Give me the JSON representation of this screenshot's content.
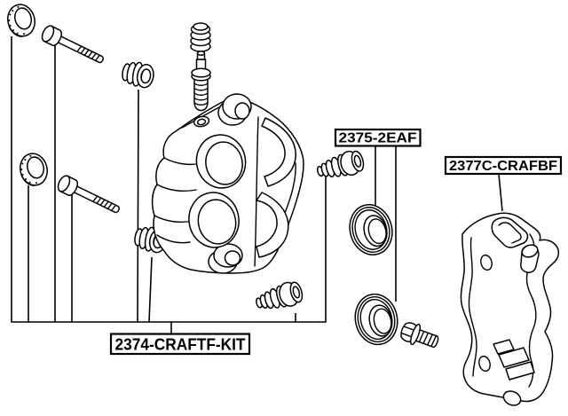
{
  "diagram": {
    "background_color": "#ffffff",
    "line_color": "#000000",
    "labels": {
      "piston_seal_kit": "2375-2EAF",
      "caliper_bracket": "2377C-CRAFBF",
      "repair_kit": "2374-CRAFTF-KIT"
    },
    "parts": [
      "sealing-ring",
      "guide-bolt",
      "rubber-bushing",
      "bleeder-screw-cap",
      "bleeder-screw",
      "brake-caliper",
      "sealing-ring",
      "guide-bolt",
      "rubber-bushing",
      "guide-pin-boot",
      "guide-pin-boot",
      "piston-seal",
      "piston-seal",
      "bracket-bolt",
      "caliper-mounting-bracket"
    ]
  }
}
